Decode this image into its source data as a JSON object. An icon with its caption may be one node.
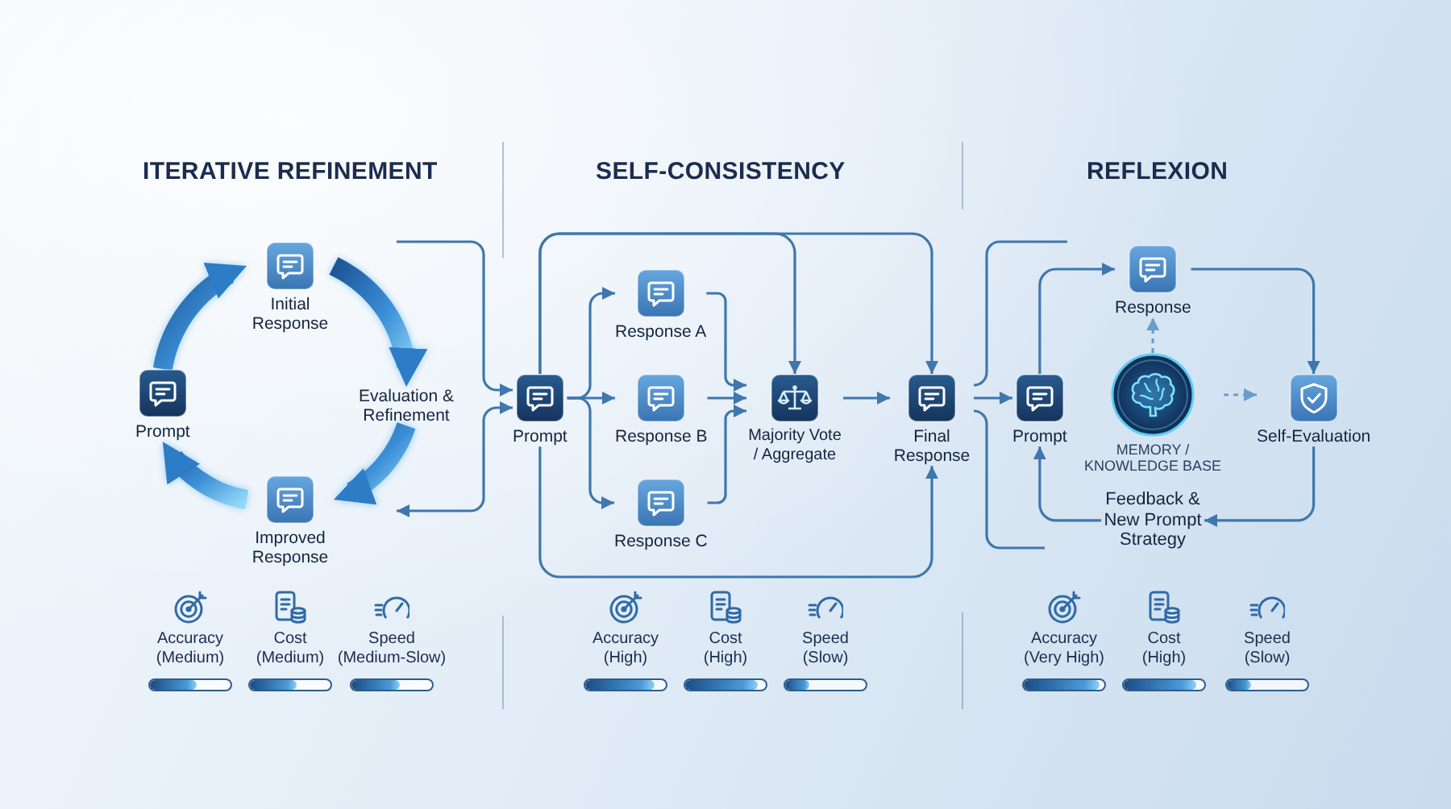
{
  "diagram": {
    "nodes": [
      {
        "text": [
          "Prompt"
        ]
      },
      {
        "text": [
          "Initial Response"
        ]
      },
      {
        "text": [
          "Evaluation & Refinement"
        ]
      },
      {
        "text": [
          "Improved Response"
        ]
      },
      {
        "text": [
          "Prompt"
        ]
      },
      {
        "text": [
          "Response A"
        ]
      },
      {
        "text": [
          "Response B"
        ]
      },
      {
        "text": [
          "Response C"
        ]
      },
      {
        "text": [
          "Majority Vote / Aggregate"
        ]
      },
      {
        "text": [
          "Final Response"
        ]
      },
      {
        "text": [
          "Prompt"
        ]
      },
      {
        "text": [
          "Response"
        ]
      },
      {
        "text": [
          "MEMORY / KNOWLEDGE BASE"
        ]
      },
      {
        "text": [
          "Self-Evaluation"
        ]
      },
      {
        "text": [
          "Feedback & New Prompt Strategy"
        ]
      }
    ],
    "edges": [
      {
        "from": 0,
        "to": 1,
        "arrow": "to",
        "style": "thick"
      },
      {
        "from": 1,
        "to": 2,
        "arrow": "to",
        "style": "thick"
      },
      {
        "from": 2,
        "to": 3,
        "arrow": "to",
        "style": "thick"
      },
      {
        "from": 3,
        "to": 0,
        "arrow": "to",
        "style": "thick"
      },
      {
        "from": null,
        "to": 4,
        "arrow": "to"
      },
      {
        "from": null,
        "to": 4,
        "arrow": "both"
      },
      {
        "from": 4,
        "to": 5,
        "arrow": "to"
      },
      {
        "from": 4,
        "to": 6,
        "arrow": "to"
      },
      {
        "from": 4,
        "to": 7,
        "arrow": "to"
      },
      {
        "from": 5,
        "to": 8,
        "arrow": "to"
      },
      {
        "from": 6,
        "to": 8,
        "arrow": "to"
      },
      {
        "from": 7,
        "to": 8,
        "arrow": "to"
      },
      {
        "from": 8,
        "to": 9,
        "arrow": "to"
      },
      {
        "from": 4,
        "to": 8,
        "arrow": "to"
      },
      {
        "from": 4,
        "to": 9,
        "arrow": "to"
      },
      {
        "from": 4,
        "to": 9,
        "arrow": "to"
      },
      {
        "from": 9,
        "to": null,
        "arrow": "none"
      },
      {
        "from": 9,
        "to": null,
        "arrow": "none"
      },
      {
        "from": 9,
        "to": 10,
        "arrow": "to"
      },
      {
        "from": 10,
        "to": 11,
        "arrow": "to"
      },
      {
        "from": 11,
        "to": 13,
        "arrow": "to"
      },
      {
        "from": 13,
        "to": 14,
        "arrow": "to"
      },
      {
        "from": 14,
        "to": 10,
        "arrow": "to"
      },
      {
        "from": 12,
        "to": 11,
        "arrow": "to",
        "style": "dashed"
      },
      {
        "from": 12,
        "to": 13,
        "arrow": "to",
        "style": "dashed"
      }
    ],
    "labels": [
      "ITERATIVE REFINEMENT",
      "SELF-CONSISTENCY",
      "REFLEXION",
      "Accuracy (Medium)",
      "Cost (Medium)",
      "Speed (Medium-Slow)",
      "Accuracy (High)",
      "Cost (High)",
      "Speed (Slow)",
      "Accuracy (Very High)",
      "Cost (High)",
      "Speed (Slow)"
    ]
  }
}
